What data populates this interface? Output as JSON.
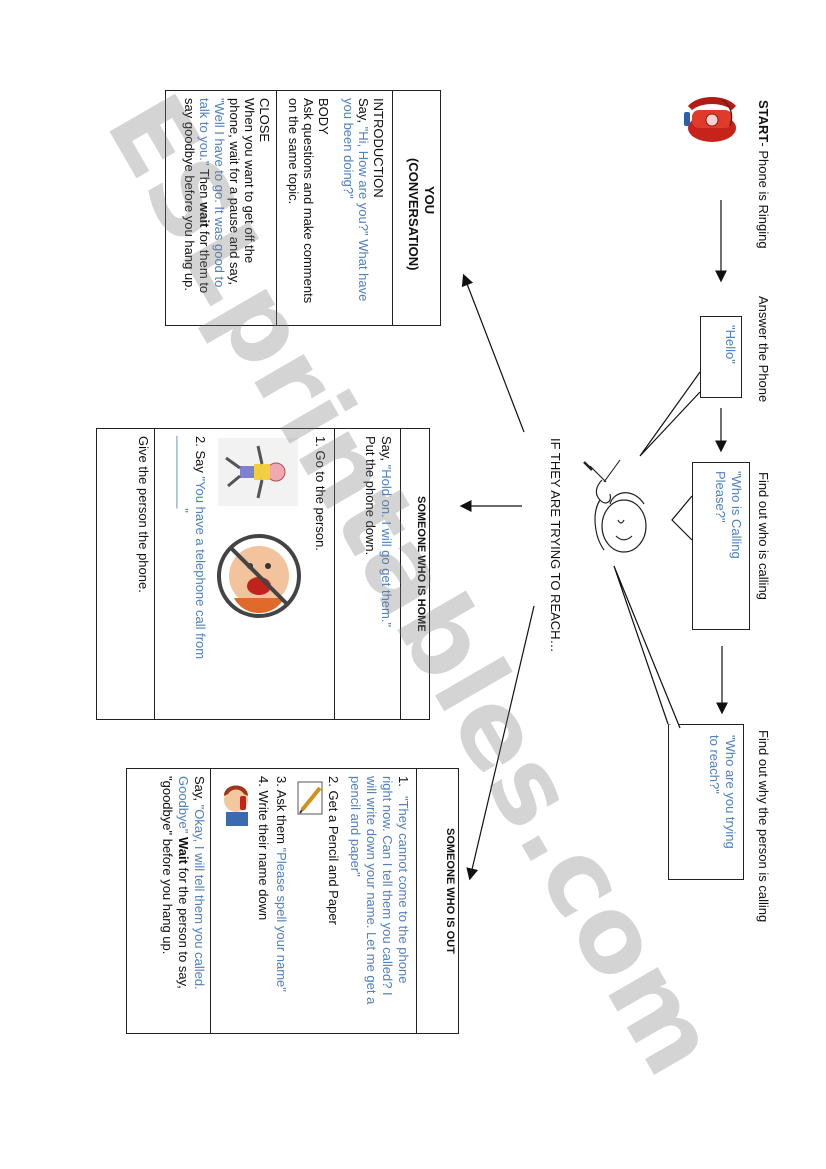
{
  "flow": {
    "start_label": "START",
    "start_text": "- Phone is Ringing",
    "answer_text": "Answer the Phone",
    "hello_quote": "\"Hello\"",
    "find_who": "Find out who is calling",
    "who_quote_1": "\"Who is Calling",
    "who_quote_2": "Please?\"",
    "find_why": "Find out why the person is calling",
    "why_quote_1": "\"Who are you trying",
    "why_quote_2": "to reach?\"",
    "trying_reach": "IF THEY ARE TRYING TO REACH…"
  },
  "you_box": {
    "title": "YOU",
    "subtitle": "(CONVERSATION)",
    "intro_label": "INTRODUCTION",
    "intro_say": "Say, ",
    "intro_quote_1": "\"Hi, How are you?\" What have",
    "intro_quote_2": "you been doing?\"",
    "body_label": "BODY",
    "body_text_1": "Ask questions and make comments",
    "body_text_2": "on the same topic.",
    "close_label": "CLOSE",
    "close_1": "When you want to get off the",
    "close_2": "phone, wait for a pause and say,",
    "close_3": "\"Well I have to go.  It was good to",
    "close_4a": "talk to you.\"",
    "close_4b": "  Then ",
    "close_4c": "wait",
    "close_4d": " for them to",
    "close_5": "say goodbye before you hang up."
  },
  "home_box": {
    "title": "SOMEONE WHO IS HOME",
    "say_prefix": "Say, ",
    "say_quote": "\"Hold on.  I will go get them.\"",
    "put_down": "Put the phone down.",
    "step1": "1.  Go to the person.",
    "step2_prefix": "2.  Say ",
    "step2_quote": "\"You have a telephone call from",
    "step2_blank": "__________\"",
    "give": "Give the person the phone."
  },
  "out_box": {
    "title": "SOMEONE WHO IS OUT",
    "item1_num": "1.",
    "item1_1": "\"They cannot come to the phone",
    "item1_2": "right now.  Can I tell them you called?  I",
    "item1_3": "will write down your name.  Let me get a",
    "item1_4": "pencil and paper\"",
    "item2": "2.  Get a Pencil and Paper",
    "item3_prefix": "3.  Ask them ",
    "item3_quote": "\"Please spell your name\"",
    "item4": "4.  Write their name down",
    "say_prefix": "Say, ",
    "say_quote_1": "\"Okay, I will tell them you called.",
    "say_quote_2": "Goodbye\"",
    "say_wait": "Wait",
    "say_rest": " for the person to say,",
    "say_last": "\"goodbye\" before you hang up."
  },
  "watermark": "ESLprintables.com",
  "colors": {
    "quote_blue": "#4f81bd",
    "phone_red": "#d62a1e",
    "skin": "#f1c8a0"
  }
}
